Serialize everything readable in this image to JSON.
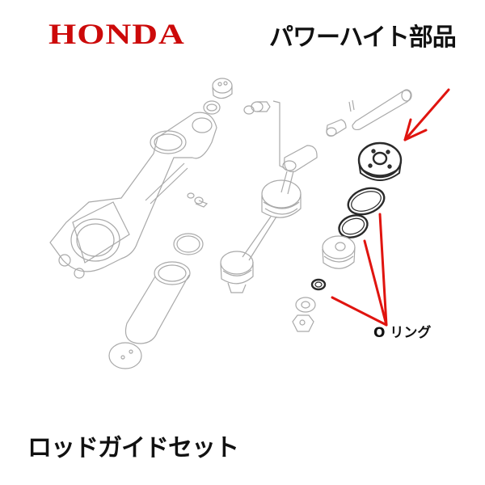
{
  "header": {
    "brand": "HONDA",
    "brand_color": "#cc0a0a",
    "subtitle": "パワーハイト部品"
  },
  "diagram": {
    "type": "exploded-parts-view",
    "callouts": [
      {
        "id": "arrow-cap",
        "label": "",
        "target": "rod-guide-cap",
        "color": "#e0140f"
      },
      {
        "id": "o-ring",
        "label": "O リング",
        "targets": [
          "o-ring-large",
          "o-ring-medium",
          "o-ring-small"
        ],
        "color": "#e0140f"
      }
    ]
  },
  "footer": {
    "title": "ロッドガイドセット"
  }
}
